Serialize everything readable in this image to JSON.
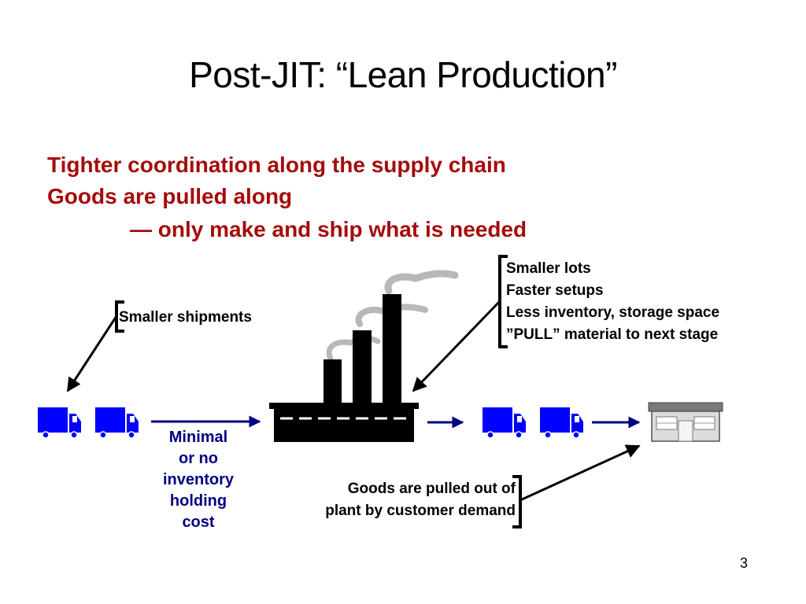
{
  "slide": {
    "title": "Post-JIT:  “Lean Production”",
    "bullets": [
      "Tighter coordination along the supply chain",
      "Goods are pulled along",
      "— only make and ship what is needed"
    ],
    "page_number": "3"
  },
  "labels": {
    "smaller_shipments": "Smaller shipments",
    "plant_notes": [
      "Smaller lots",
      "Faster setups",
      "Less inventory, storage space",
      "”PULL” material to next stage"
    ],
    "minimal_inventory": [
      "Minimal",
      "or no",
      "inventory",
      "holding",
      "cost"
    ],
    "customer_demand": [
      "Goods are pulled out of",
      "plant by customer demand"
    ]
  },
  "colors": {
    "title_text": "#000000",
    "bullet_text": "#a50b0b",
    "truck": "#0000ff",
    "arrow": "#000080",
    "minimal_text": "#000080"
  },
  "icons": [
    "truck-icon",
    "factory-icon",
    "store-icon",
    "arrow-icon",
    "bracket-icon"
  ]
}
